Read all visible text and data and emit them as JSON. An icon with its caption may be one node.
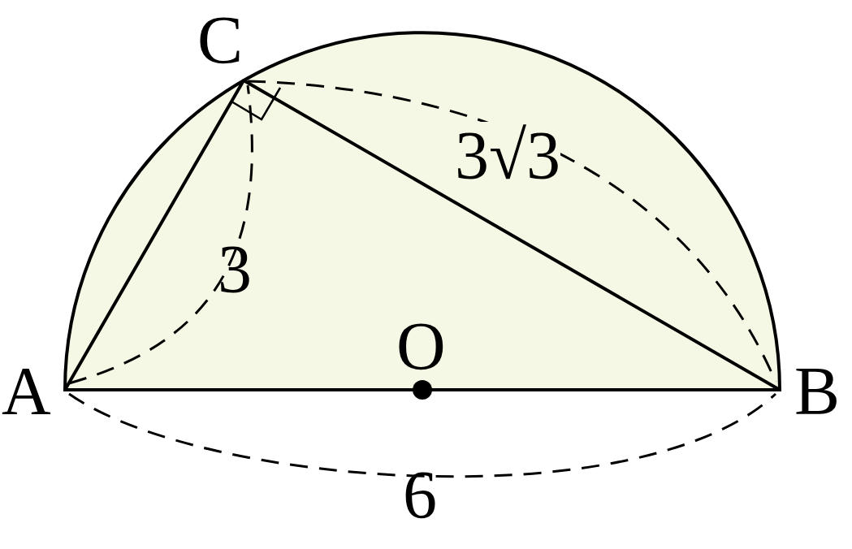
{
  "diagram": {
    "labels": [
      "C",
      "3√3",
      "3",
      "O",
      "A",
      "B",
      "6"
    ]
  }
}
